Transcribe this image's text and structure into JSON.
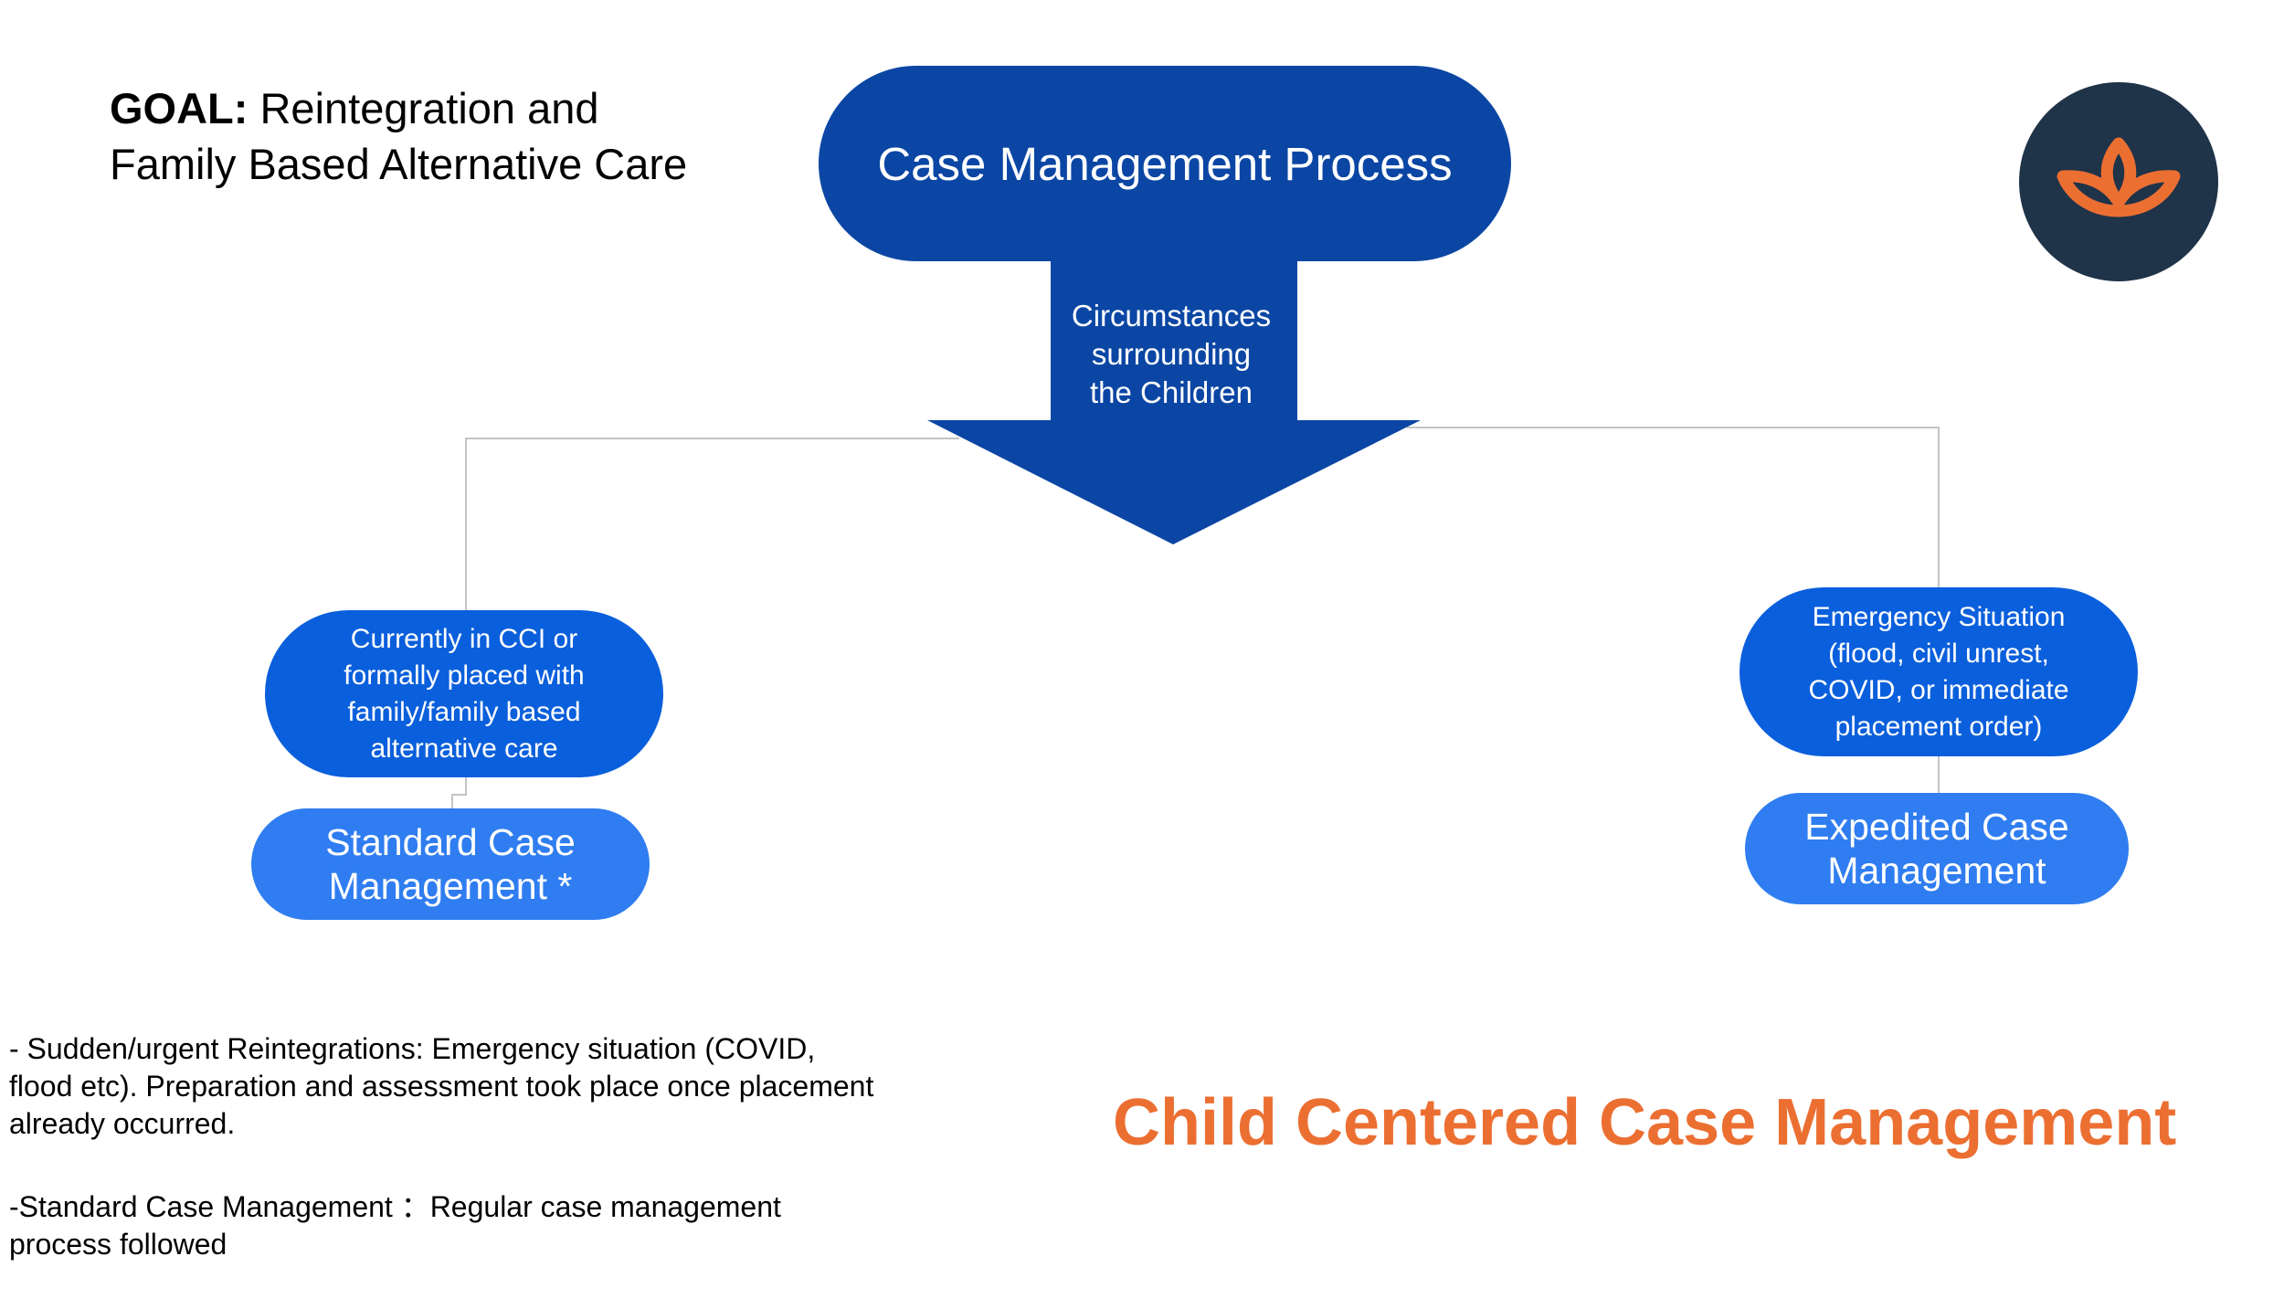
{
  "goal": {
    "label": "GOAL:",
    "line1": "Reintegration  and",
    "line2": "Family Based Alternative Care"
  },
  "title": "Case Management Process",
  "arrow": {
    "lines": [
      "Circumstances",
      "surrounding",
      "the Children"
    ]
  },
  "left_branch": {
    "condition_lines": [
      "Currently in CCI or",
      "formally placed with",
      "family/family based",
      "alternative care"
    ],
    "result_lines": [
      "Standard Case",
      "Management *"
    ]
  },
  "right_branch": {
    "condition_lines": [
      "Emergency  Situation",
      "(flood, civil unrest,",
      "COVID, or immediate",
      "placement order)"
    ],
    "result_lines": [
      "Expedited Case",
      "Management"
    ]
  },
  "notes": {
    "note1": "- Sudden/urgent Reintegrations: Emergency situation (COVID, flood etc). Preparation and assessment took place once placement already occurred.",
    "note2": "-Standard Case Management ：Regular case management process followed"
  },
  "footer_title": "Child Centered Case Management",
  "colors": {
    "title_blue": "#0b46a4",
    "node_blue": "#0a5fdc",
    "result_blue": "#2f7df0",
    "accent_orange": "#ec6f32",
    "logo_navy": "#1f3349"
  },
  "icons": {
    "logo": "lotus-icon"
  }
}
